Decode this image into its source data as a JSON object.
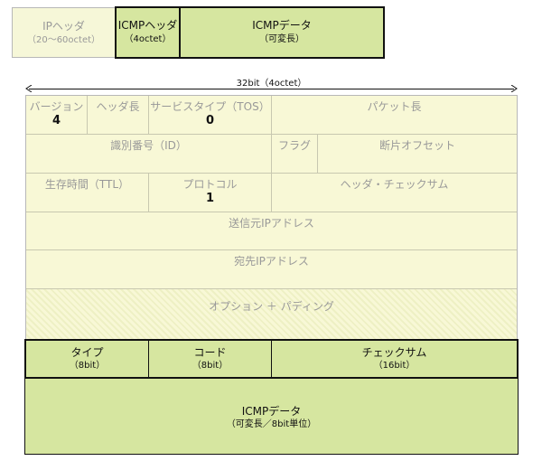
{
  "legend": {
    "ip_header": {
      "line1": "IPヘッダ",
      "line2": "（20～60octet）"
    },
    "icmp_header": {
      "line1": "ICMPヘッダ",
      "line2": "（4octet）"
    },
    "icmp_data": {
      "line1": "ICMPデータ",
      "line2": "（可変長）"
    }
  },
  "width_label": "32bit（4octet）",
  "ip": {
    "version": {
      "label": "バージョン",
      "value": "4"
    },
    "ihl": {
      "label": "ヘッダ長"
    },
    "tos": {
      "label": "サービスタイプ（TOS）",
      "value": "0"
    },
    "total_length": {
      "label": "パケット長"
    },
    "identification": {
      "label": "識別番号（ID）"
    },
    "flags": {
      "label": "フラグ"
    },
    "fragment_offset": {
      "label": "断片オフセット"
    },
    "ttl": {
      "label": "生存時間（TTL）"
    },
    "protocol": {
      "label": "プロトコル",
      "value": "1"
    },
    "checksum": {
      "label": "ヘッダ・チェックサム"
    },
    "src": {
      "label": "送信元IPアドレス"
    },
    "dst": {
      "label": "宛先IPアドレス"
    },
    "options": {
      "label": "オプション ＋ パディング"
    }
  },
  "icmp": {
    "type": {
      "label": "タイプ",
      "size": "（8bit）"
    },
    "code": {
      "label": "コード",
      "size": "（8bit）"
    },
    "checksum": {
      "label": "チェックサム",
      "size": "（16bit）"
    },
    "data": {
      "label": "ICMPデータ",
      "size": "（可変長／8bit単位）"
    }
  }
}
